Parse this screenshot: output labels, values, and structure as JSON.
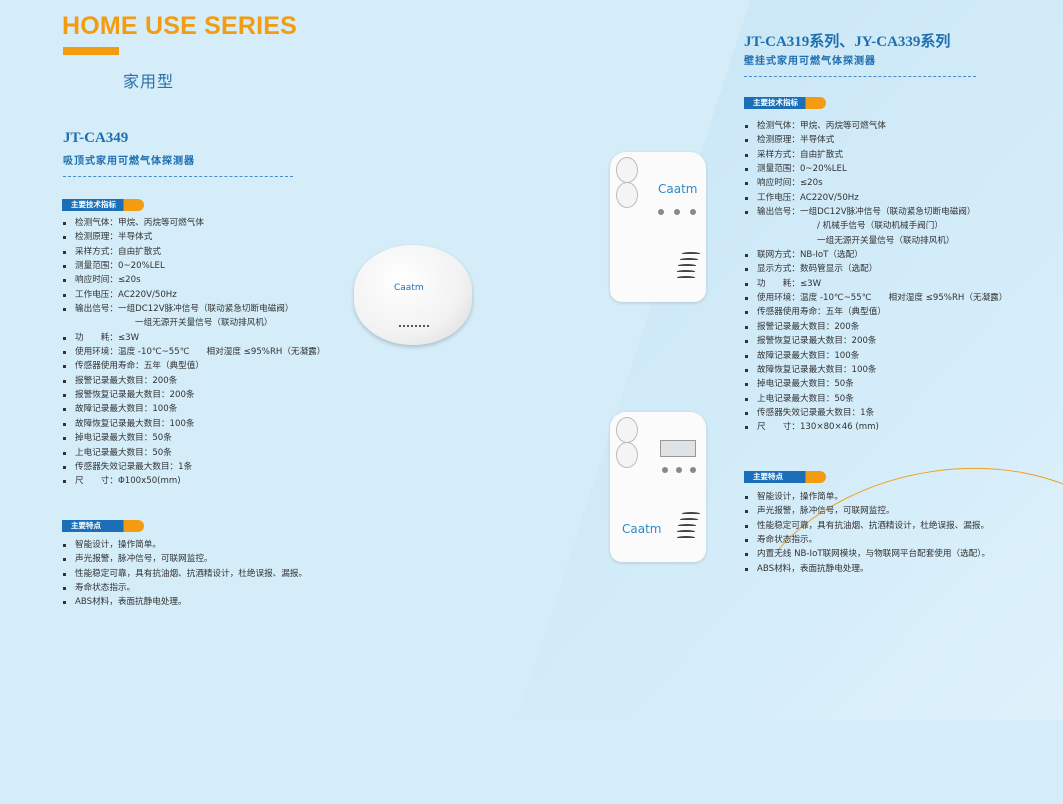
{
  "header": {
    "series": "HOME USE SERIES",
    "category": "家用型"
  },
  "left": {
    "model": "JT-CA349",
    "subtitle": "吸顶式家用可燃气体探测器",
    "spec_tag": "主要技术指标",
    "specs": [
      "检测气体：甲烷、丙烷等可燃气体",
      "检测原理：半导体式",
      "采样方式：自由扩散式",
      "测量范围：0~20%LEL",
      "响应时间：≤20s",
      "工作电压：AC220V/50Hz",
      "输出信号：一组DC12V脉冲信号（联动紧急切断电磁阀）",
      "一组无源开关量信号（联动排风机）",
      "功　　耗：≤3W",
      "使用环境：温度 -10℃~55℃　　相对湿度 ≤95%RH（无凝露）",
      "传感器使用寿命：五年（典型值）",
      "报警记录最大数目：200条",
      "报警恢复记录最大数目：200条",
      "故障记录最大数目：100条",
      "故障恢复记录最大数目：100条",
      "掉电记录最大数目：50条",
      "上电记录最大数目：50条",
      "传感器失效记录最大数目：1条",
      "尺　　寸：Φ100x50(mm)"
    ],
    "feature_tag": "主要特点",
    "features": [
      "智能设计，操作简单。",
      "声光报警，脉冲信号，可联网监控。",
      "性能稳定可靠，具有抗油烟、抗酒精设计，杜绝误报、漏报。",
      "寿命状态指示。",
      "ABS材料，表面抗静电处理。"
    ],
    "product_logo": "Caatm"
  },
  "right": {
    "model": "JT-CA319系列、JY-CA339系列",
    "subtitle": "壁挂式家用可燃气体探测器",
    "spec_tag": "主要技术指标",
    "specs": [
      "检测气体：甲烷、丙烷等可燃气体",
      "检测原理：半导体式",
      "采样方式：自由扩散式",
      "测量范围：0~20%LEL",
      "响应时间：≤20s",
      "工作电压：AC220V/50Hz",
      "输出信号：一组DC12V脉冲信号（联动紧急切断电磁阀）",
      "/ 机械手信号（联动机械手阀门）",
      "一组无源开关量信号（联动排风机）",
      "联网方式：NB-IoT（选配）",
      "显示方式：数码管显示（选配）",
      "功　　耗：≤3W",
      "使用环境：温度 -10℃~55℃　　相对湿度 ≤95%RH（无凝露）",
      "传感器使用寿命：五年（典型值）",
      "报警记录最大数目：200条",
      "报警恢复记录最大数目：200条",
      "故障记录最大数目：100条",
      "故障恢复记录最大数目：100条",
      "掉电记录最大数目：50条",
      "上电记录最大数目：50条",
      "传感器失效记录最大数目：1条",
      "尺　　寸：130×80×46 (mm)"
    ],
    "feature_tag": "主要特点",
    "features": [
      "智能设计，操作简单。",
      "声光报警，脉冲信号，可联网监控。",
      "性能稳定可靠，具有抗油烟、抗酒精设计，杜绝误报、漏报。",
      "寿命状态指示。",
      "内置无线 NB-IoT联网模块，与物联网平台配套使用（选配）。",
      "ABS材料，表面抗静电处理。"
    ],
    "product_logo_1": "Caatm",
    "product_logo_2": "Caatm"
  },
  "colors": {
    "accent": "#f39c12",
    "brand": "#1a6fb8",
    "background": "#d4edf9"
  }
}
